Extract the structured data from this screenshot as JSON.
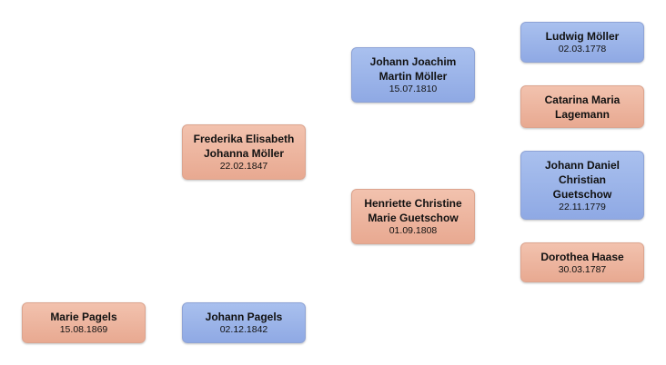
{
  "colors": {
    "male": "#9fb6ea",
    "female": "#eeb8a2"
  },
  "people": {
    "marie": {
      "name": "Marie Pagels",
      "date": "15.08.1869"
    },
    "johann_pagels": {
      "name": "Johann Pagels",
      "date": "02.12.1842"
    },
    "frederika": {
      "name": "Frederika Elisabeth\nJohanna Möller",
      "date": "22.02.1847"
    },
    "johann_joachim": {
      "name": "Johann Joachim\nMartin Möller",
      "date": "15.07.1810"
    },
    "henriette": {
      "name": "Henriette Christine\nMarie Guetschow",
      "date": "01.09.1808"
    },
    "ludwig": {
      "name": "Ludwig Möller",
      "date": "02.03.1778"
    },
    "catarina": {
      "name": "Catarina Maria\nLagemann",
      "date": ""
    },
    "johann_daniel": {
      "name": "Johann Daniel\nChristian\nGuetschow",
      "date": "22.11.1779"
    },
    "dorothea": {
      "name": "Dorothea Haase",
      "date": "30.03.1787"
    }
  }
}
